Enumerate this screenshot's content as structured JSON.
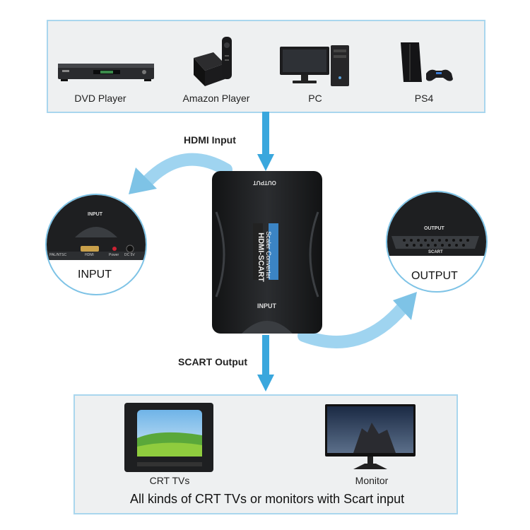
{
  "sources": [
    {
      "label": "DVD Player",
      "icon": "dvd-player-icon"
    },
    {
      "label": "Amazon Player",
      "icon": "amazon-player-icon"
    },
    {
      "label": "PC",
      "icon": "pc-icon"
    },
    {
      "label": "PS4",
      "icon": "ps4-icon"
    }
  ],
  "flow": {
    "hdmi_input": "HDMI Input",
    "scart_output": "SCART Output"
  },
  "device": {
    "output_label": "OUTPUT",
    "input_label": "INPUT",
    "brand": "HDMI-SCART",
    "subtitle": "Scaler Converter"
  },
  "input_zoom": {
    "caption": "INPUT",
    "port_label": "INPUT",
    "switch_label": "PAL/NTSC",
    "hdmi_label": "HDMI",
    "power_label": "Power",
    "dc_label": "DC 5V"
  },
  "output_zoom": {
    "caption": "OUTPUT",
    "port_label": "OUTPUT",
    "scart_label": "SCART"
  },
  "displays": [
    {
      "label": "CRT TVs",
      "icon": "crt-tv-icon"
    },
    {
      "label": "Monitor",
      "icon": "monitor-icon"
    }
  ],
  "bottom_caption": "All kinds of CRT TVs or monitors with Scart input",
  "colors": {
    "box_border": "#a9d6ee",
    "box_fill": "#eef0f1",
    "arrow_blue": "#3aa7dd",
    "device_black": "#1e1f21"
  }
}
